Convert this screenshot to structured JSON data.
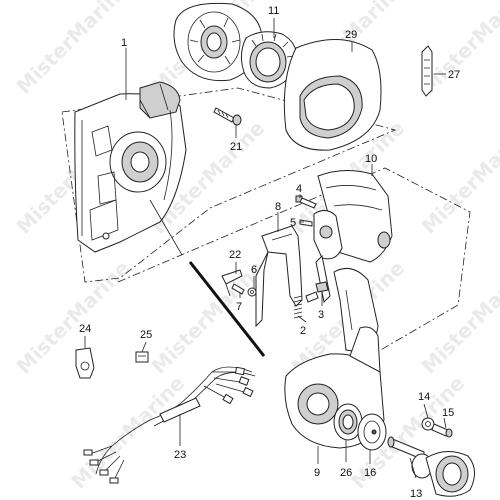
{
  "watermark": {
    "text": "MisterMarine"
  },
  "callouts": [
    {
      "id": "1",
      "label": "1"
    },
    {
      "id": "2",
      "label": "2"
    },
    {
      "id": "3",
      "label": "3"
    },
    {
      "id": "4",
      "label": "4"
    },
    {
      "id": "5",
      "label": "5"
    },
    {
      "id": "6",
      "label": "6"
    },
    {
      "id": "7",
      "label": "7"
    },
    {
      "id": "8",
      "label": "8"
    },
    {
      "id": "9",
      "label": "9"
    },
    {
      "id": "10",
      "label": "10"
    },
    {
      "id": "11",
      "label": "11"
    },
    {
      "id": "13",
      "label": "13"
    },
    {
      "id": "14",
      "label": "14"
    },
    {
      "id": "15",
      "label": "15"
    },
    {
      "id": "16",
      "label": "16"
    },
    {
      "id": "21",
      "label": "21"
    },
    {
      "id": "22",
      "label": "22"
    },
    {
      "id": "23",
      "label": "23"
    },
    {
      "id": "24",
      "label": "24"
    },
    {
      "id": "25",
      "label": "25"
    },
    {
      "id": "26",
      "label": "26"
    },
    {
      "id": "27",
      "label": "27"
    },
    {
      "id": "29",
      "label": "29"
    }
  ]
}
